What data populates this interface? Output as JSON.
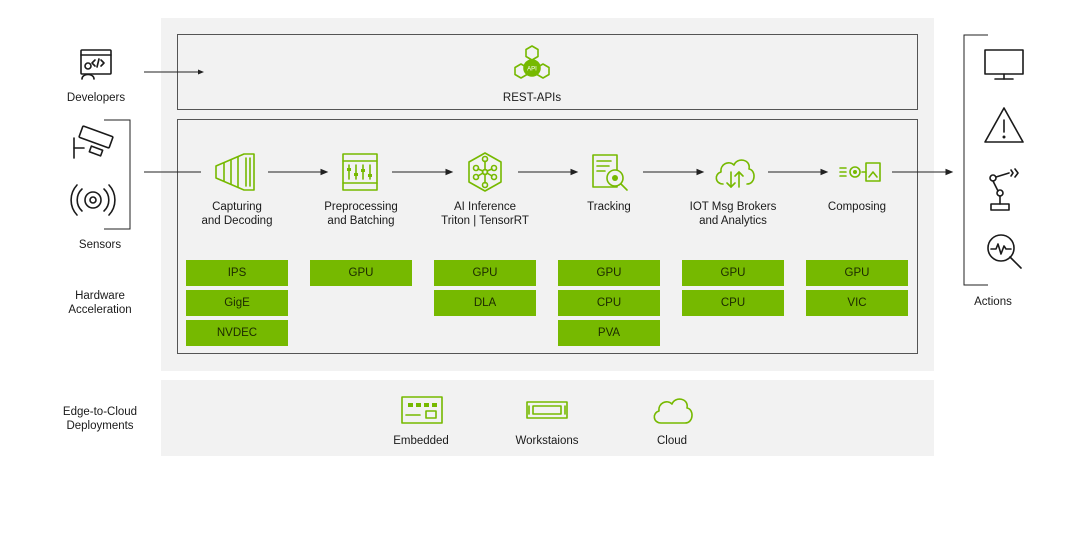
{
  "inputs": {
    "developers": "Developers",
    "sensors": "Sensors",
    "hardware_acceleration": [
      "Hardware",
      "Acceleration"
    ],
    "edge_to_cloud": [
      "Edge-to-Cloud",
      "Deployments"
    ]
  },
  "rest_apis": {
    "icon_text": "API",
    "label": "REST-APIs"
  },
  "stages": [
    {
      "title": [
        "Capturing",
        "and Decoding"
      ],
      "hardware": [
        "IPS",
        "GigE",
        "NVDEC"
      ]
    },
    {
      "title": [
        "Preprocessing",
        "and Batching"
      ],
      "hardware": [
        "GPU"
      ]
    },
    {
      "title": [
        "AI Inference",
        "Triton | TensorRT"
      ],
      "hardware": [
        "GPU",
        "DLA"
      ]
    },
    {
      "title": [
        "Tracking"
      ],
      "hardware": [
        "GPU",
        "CPU",
        "PVA"
      ]
    },
    {
      "title": [
        "IOT Msg Brokers",
        "and Analytics"
      ],
      "hardware": [
        "GPU",
        "CPU"
      ]
    },
    {
      "title": [
        "Composing"
      ],
      "hardware": [
        "GPU",
        "VIC"
      ]
    }
  ],
  "deployments": [
    "Embedded",
    "Workstaions",
    "Cloud"
  ],
  "actions": {
    "label": "Actions"
  },
  "icons": [
    "code-window-icon",
    "security-camera-icon",
    "radio-signal-icon",
    "api-hexagon-icon",
    "decode-funnel-icon",
    "film-sliders-icon",
    "neural-network-icon",
    "tracking-doc-icon",
    "cloud-arrows-icon",
    "composing-icon",
    "monitor-icon",
    "warning-icon",
    "robot-arm-icon",
    "magnifier-pulse-icon",
    "circuit-board-icon",
    "workstation-icon",
    "cloud-icon"
  ],
  "colors": {
    "accent": "#76b900",
    "panel": "#f2f2f2",
    "line": "#555555"
  }
}
